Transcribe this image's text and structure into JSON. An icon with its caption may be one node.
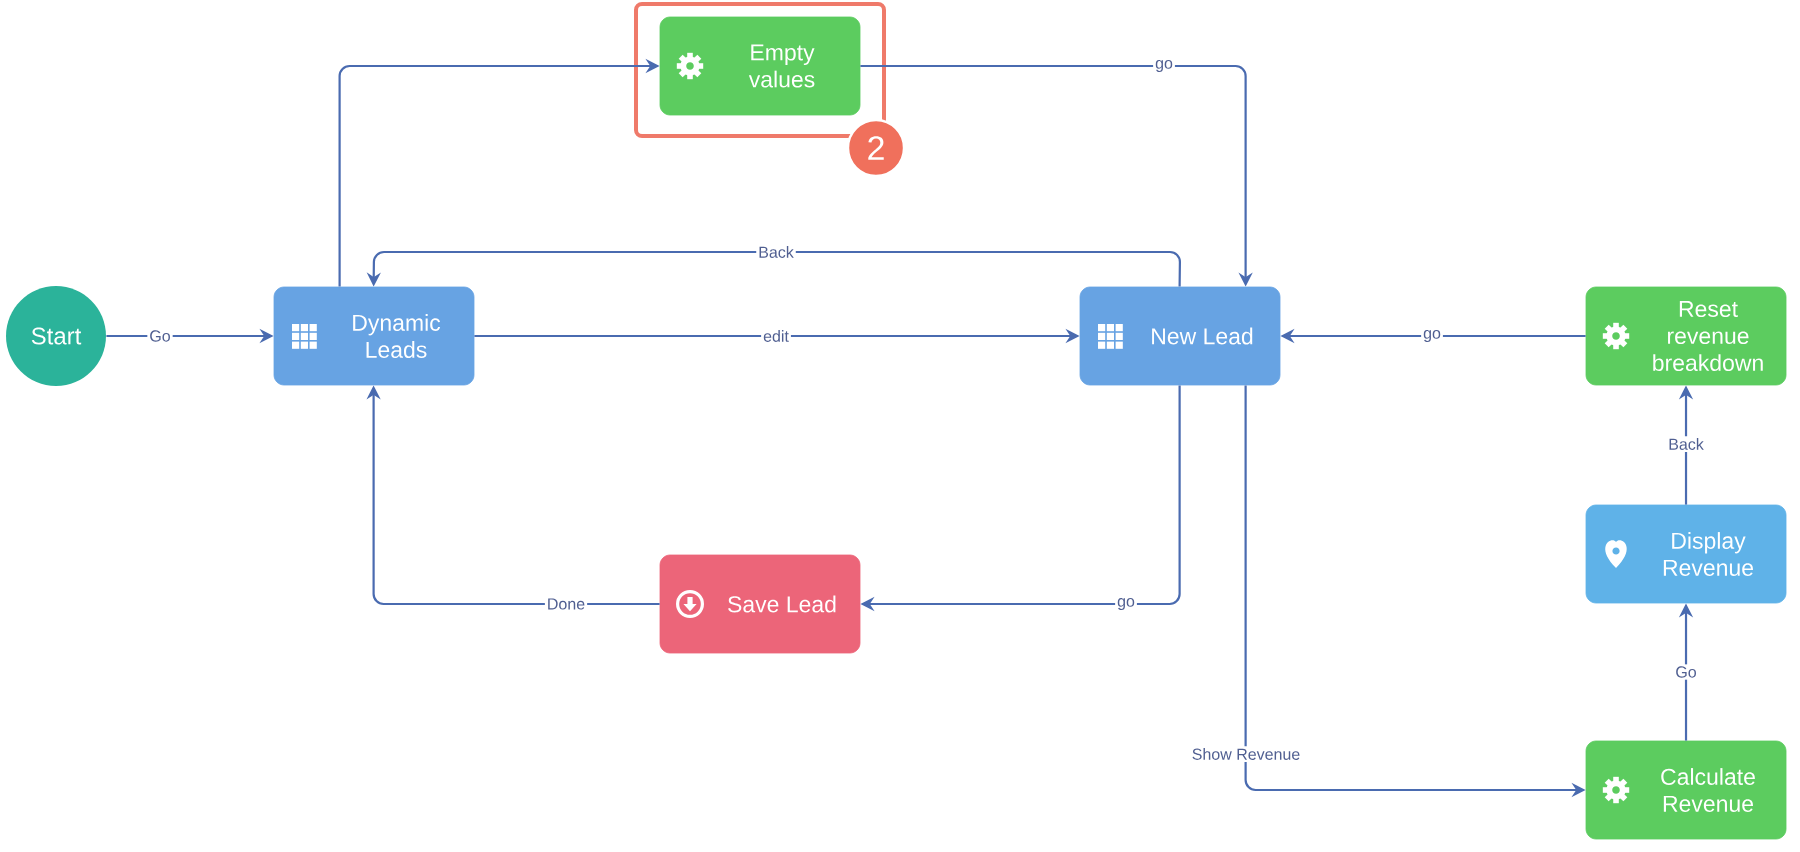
{
  "diagram": {
    "nodes": [
      {
        "text": [
          "Start"
        ]
      },
      {
        "text": [
          "Dynamic Leads"
        ]
      },
      {
        "text": [
          "Empty values"
        ]
      },
      {
        "text": [
          "New Lead"
        ]
      },
      {
        "text": [
          "Save Lead"
        ]
      },
      {
        "text": [
          "Reset revenue breakdown"
        ]
      },
      {
        "text": [
          "Display Revenue"
        ]
      },
      {
        "text": [
          "Calculate Revenue"
        ]
      }
    ],
    "edges": [
      {
        "from": 0,
        "to": 1,
        "arrow": "to",
        "label": "Go"
      },
      {
        "from": 1,
        "to": 2,
        "arrow": "to"
      },
      {
        "from": 2,
        "to": 3,
        "arrow": "to",
        "label": "go"
      },
      {
        "from": 3,
        "to": 1,
        "arrow": "to",
        "label": "Back"
      },
      {
        "from": 1,
        "to": 3,
        "arrow": "to",
        "label": "edit"
      },
      {
        "from": 3,
        "to": 4,
        "arrow": "to",
        "label": "go"
      },
      {
        "from": 4,
        "to": 1,
        "arrow": "to",
        "label": "Done"
      },
      {
        "from": 3,
        "to": 7,
        "arrow": "to",
        "label": "Show Revenue"
      },
      {
        "from": 7,
        "to": 6,
        "arrow": "to",
        "label": "Go"
      },
      {
        "from": 6,
        "to": 5,
        "arrow": "to",
        "label": "Back"
      },
      {
        "from": 5,
        "to": 3,
        "arrow": "to",
        "label": "go"
      }
    ],
    "labels": [
      "2"
    ]
  }
}
